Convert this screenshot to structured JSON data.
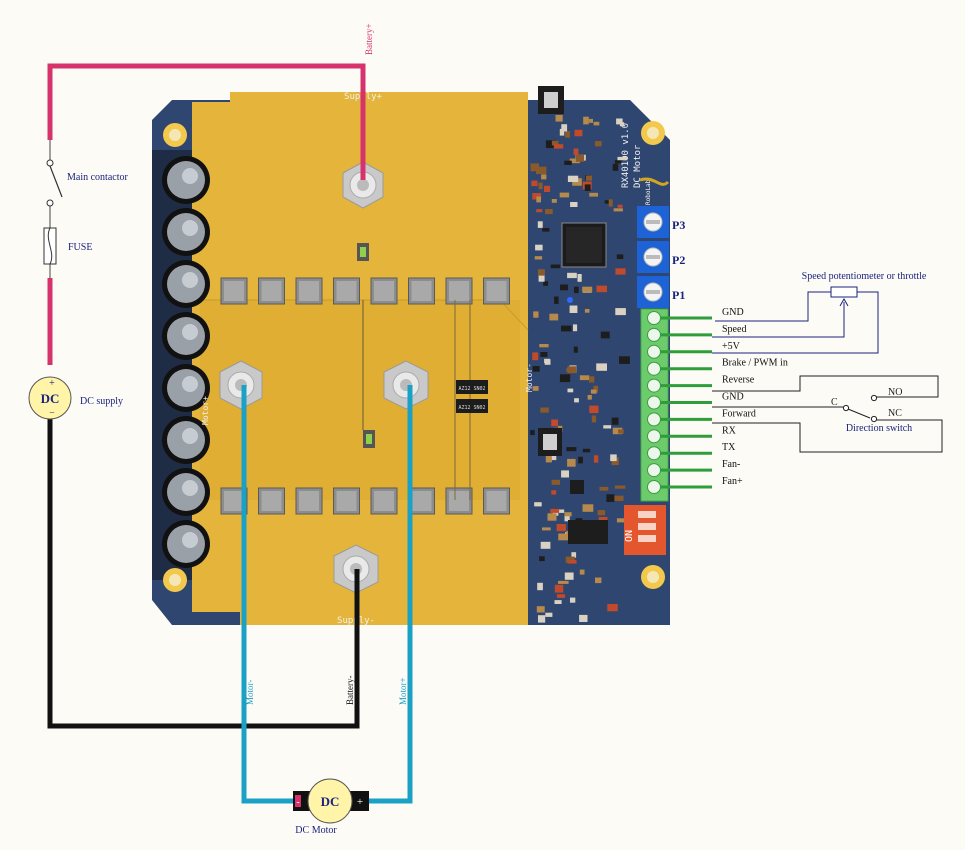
{
  "labels": {
    "battery_plus": "Battery+",
    "main_contactor": "Main contactor",
    "fuse": "FUSE",
    "dc_supply": "DC supply",
    "dc_symbol": "DC",
    "plus": "+",
    "minus": "−",
    "dc_motor": "DC Motor",
    "motor_minus": "Motor-",
    "battery_minus": "Battery-",
    "motor_plus": "Motor+",
    "speed_pot": "Speed potentiometer or throttle",
    "direction_switch": "Direction switch",
    "no": "NO",
    "nc": "NC",
    "c": "C",
    "p1": "P1",
    "p2": "P2",
    "p3": "P3",
    "motor_pin_minus": "-",
    "motor_pin_plus": "+"
  },
  "board": {
    "supply_top": "Supply+",
    "supply_bottom": "Supply-",
    "motor_plus_side": "Motor+",
    "motor_minus_side": "Motor-",
    "model": "RX40100 v1.0",
    "motor_type": "DC Motor",
    "dip_label": "ON",
    "brand": "RoboLab",
    "chip1": "AZ12 SN02",
    "chip2": "AZ12 SN02"
  },
  "terminals": [
    "GND",
    "Speed",
    "+5V",
    "Brake / PWM in",
    "Reverse",
    "GND",
    "Forward",
    "RX",
    "TX",
    "Fan-",
    "Fan+"
  ],
  "colors": {
    "battery_wire": "#d6336c",
    "motor_wire": "#1ba0c6",
    "ground_wire": "#111111",
    "terminal_green": "#6ccc6c",
    "board_blue": "#2f4670",
    "copper": "#e4b53a",
    "pot_blue": "#1e63d6",
    "label_blue": "#1a237e"
  }
}
